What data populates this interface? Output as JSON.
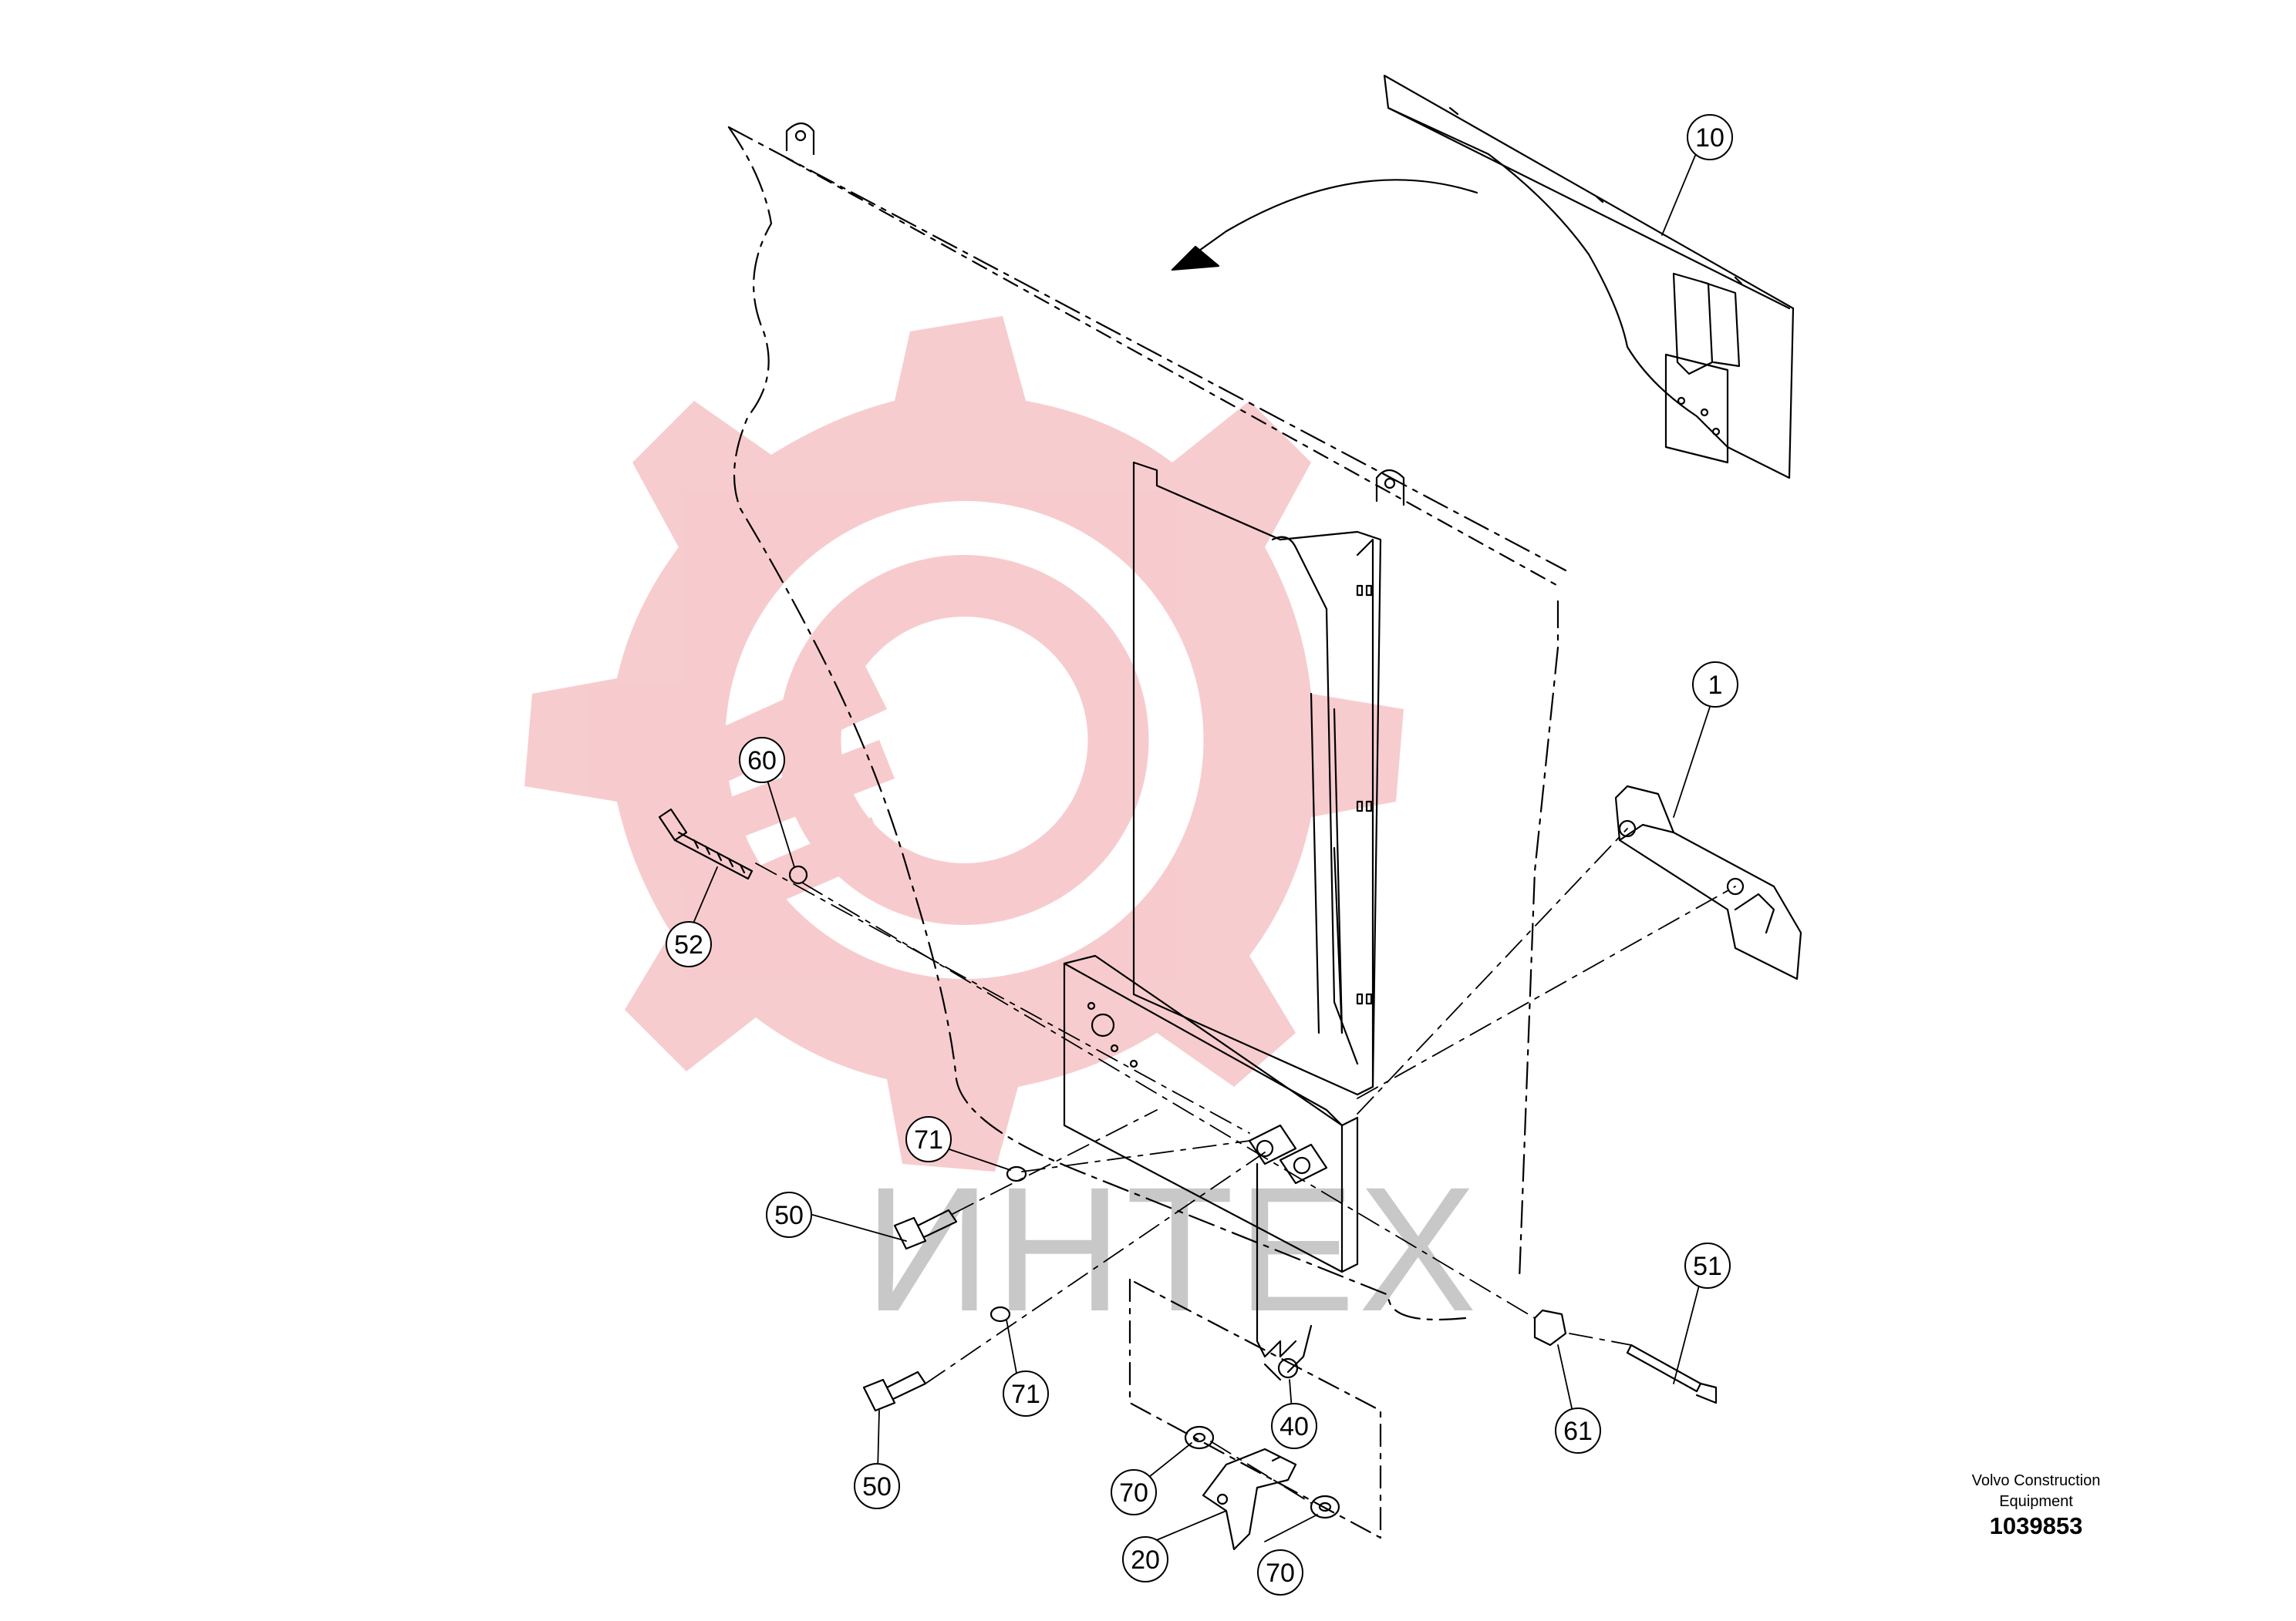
{
  "diagram": {
    "callouts": [
      {
        "id": "c10",
        "label": "10"
      },
      {
        "id": "c1",
        "label": "1"
      },
      {
        "id": "c60",
        "label": "60"
      },
      {
        "id": "c52",
        "label": "52"
      },
      {
        "id": "c71a",
        "label": "71"
      },
      {
        "id": "c50a",
        "label": "50"
      },
      {
        "id": "c71b",
        "label": "71"
      },
      {
        "id": "c50b",
        "label": "50"
      },
      {
        "id": "c40",
        "label": "40"
      },
      {
        "id": "c61",
        "label": "61"
      },
      {
        "id": "c51",
        "label": "51"
      },
      {
        "id": "c70a",
        "label": "70"
      },
      {
        "id": "c20",
        "label": "20"
      },
      {
        "id": "c70b",
        "label": "70"
      }
    ]
  },
  "titleblock": {
    "brand_line1": "Volvo Construction",
    "brand_line2": "Equipment",
    "doc_number": "1039853"
  },
  "watermark": {
    "text": "ИНТЕХ",
    "color": "#f7c9cb"
  },
  "colors": {
    "line": "#000000",
    "watermark_logo": "#f7c9cb",
    "watermark_text": "#c8c8c8"
  }
}
